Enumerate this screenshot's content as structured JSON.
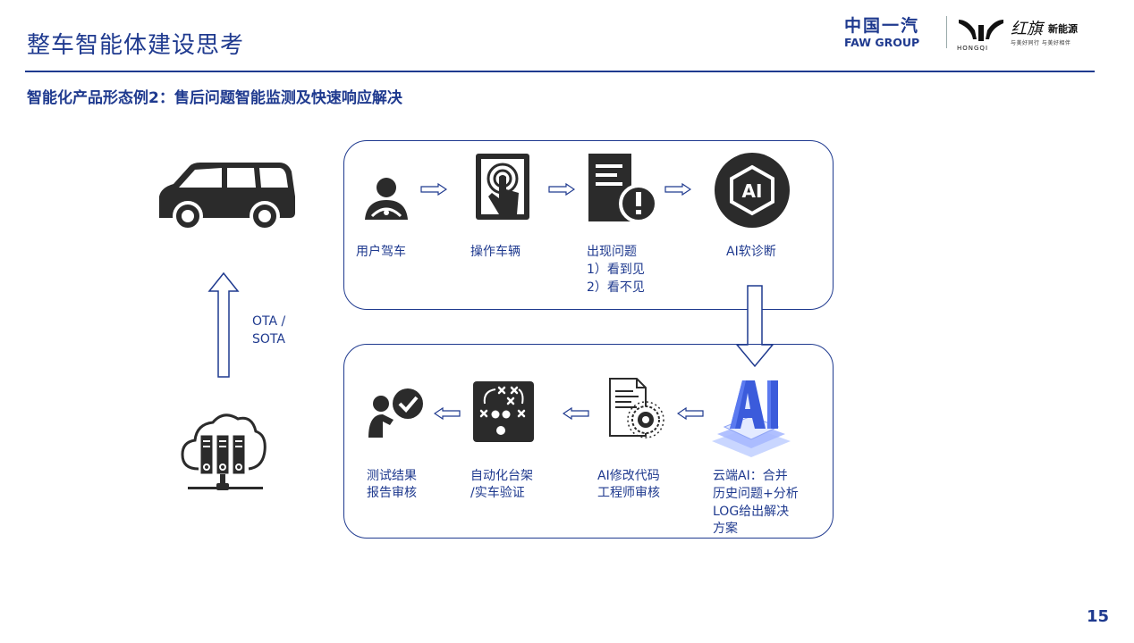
{
  "header": {
    "title": "整车智能体建设思考",
    "subtitle": "智能化产品形态例2：售后问题智能监测及快速响应解决",
    "page_number": "15"
  },
  "logos": {
    "faw_cn": "中国一汽",
    "faw_en": "FAW GROUP",
    "hongqi_en": "HONGQI",
    "hongqi_cn": "红旗",
    "nev": "新能源",
    "slogan": "与美好同行 与美好相伴"
  },
  "left": {
    "ota_line1": "OTA /",
    "ota_line2": "SOTA"
  },
  "top_flow": [
    {
      "icon": "user-driving-icon",
      "label": "用户驾车"
    },
    {
      "icon": "touch-screen-icon",
      "label": "操作车辆"
    },
    {
      "icon": "problem-document-icon",
      "label": "出现问题",
      "sub1": "1）看到见",
      "sub2": "2）看不见"
    },
    {
      "icon": "ai-chip-icon",
      "label": "AI软诊断"
    }
  ],
  "bottom_flow": [
    {
      "icon": "cloud-ai-icon",
      "line1": "云端AI：合并",
      "line2": "历史问题+分析",
      "line3": "LOG给出解决",
      "line4": "方案"
    },
    {
      "icon": "code-document-gear-icon",
      "line1": "AI修改代码",
      "line2": "工程师审核"
    },
    {
      "icon": "strategy-board-icon",
      "line1": "自动化台架",
      "line2": "/实车验证"
    },
    {
      "icon": "person-check-icon",
      "line1": "测试结果",
      "line2": "报告审核"
    }
  ],
  "colors": {
    "primary": "#1f3a8f",
    "icon_dark": "#2b2b2b",
    "ai_blue": "#3b5bdb"
  }
}
